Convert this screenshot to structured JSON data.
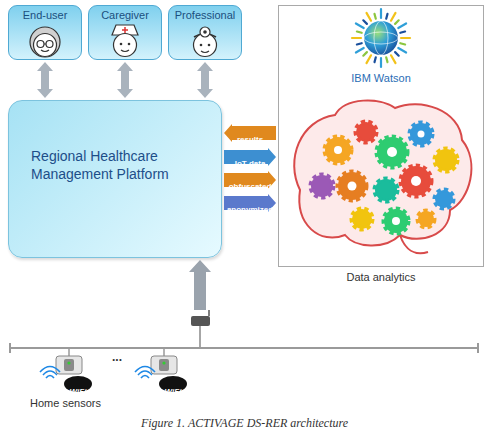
{
  "diagram": {
    "caption": "Figure 1. ACTIVAGE DS-RER architecture",
    "nodes": [
      {
        "text": [
          "End-user"
        ]
      },
      {
        "text": [
          "Caregiver"
        ]
      },
      {
        "text": [
          "Professional"
        ]
      },
      {
        "text": [
          "Regional Healthcare Management Platform"
        ]
      },
      {
        "text": [
          "IBM Watson",
          "Data analytics"
        ]
      },
      {
        "text": [
          "Home sensors"
        ]
      }
    ],
    "edges": [
      {
        "from": 0,
        "to": 3,
        "arrow": "both"
      },
      {
        "from": 1,
        "to": 3,
        "arrow": "both"
      },
      {
        "from": 2,
        "to": 3,
        "arrow": "both"
      },
      {
        "from": 4,
        "to": 3,
        "label": "results",
        "arrow": "to"
      },
      {
        "from": 3,
        "to": 4,
        "label": "IoT data",
        "arrow": "to"
      },
      {
        "from": 3,
        "to": 4,
        "label": "obfuscated",
        "arrow": "to"
      },
      {
        "from": 3,
        "to": 4,
        "label": "anonymized",
        "arrow": "to"
      },
      {
        "from": 5,
        "to": 3,
        "arrow": "to"
      }
    ],
    "labels": [
      "...",
      "WiFi",
      "WiFi"
    ]
  }
}
